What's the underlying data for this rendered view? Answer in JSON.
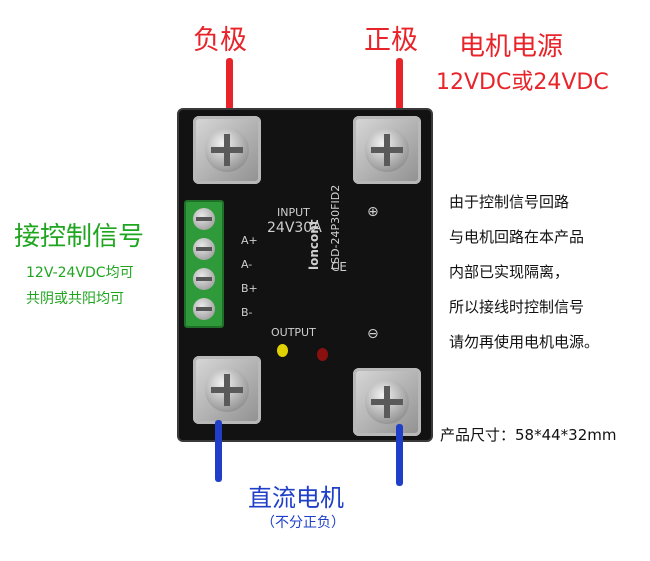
{
  "labels": {
    "negative": "负极",
    "positive": "正极",
    "motor_supply": "电机电源",
    "motor_voltage": "12VDC或24VDC",
    "control_signal": "接控制信号",
    "control_voltage": "12V-24VDC均可",
    "control_common": "共阴或共阳均可",
    "note_lines": [
      "由于控制信号回路",
      "与电机回路在本产品",
      "内部已实现隔离，",
      "所以接线时控制信号",
      "请勿再使用电机电源。"
    ],
    "size": "产品尺寸：58*44*32mm",
    "dc_motor": "直流电机",
    "dc_motor_sub": "（不分正负）"
  },
  "relay": {
    "input_label": "INPUT",
    "rating": "24V30A",
    "pins": [
      "A+",
      "A-",
      "B+",
      "B-"
    ],
    "output_label": "OUTPUT",
    "model": "LSD-24P30FID2",
    "brand": "loncont",
    "ce_mark": "CE"
  },
  "colors": {
    "red": "#e8242a",
    "green": "#1fa51f",
    "blue": "#1f3fc8"
  }
}
